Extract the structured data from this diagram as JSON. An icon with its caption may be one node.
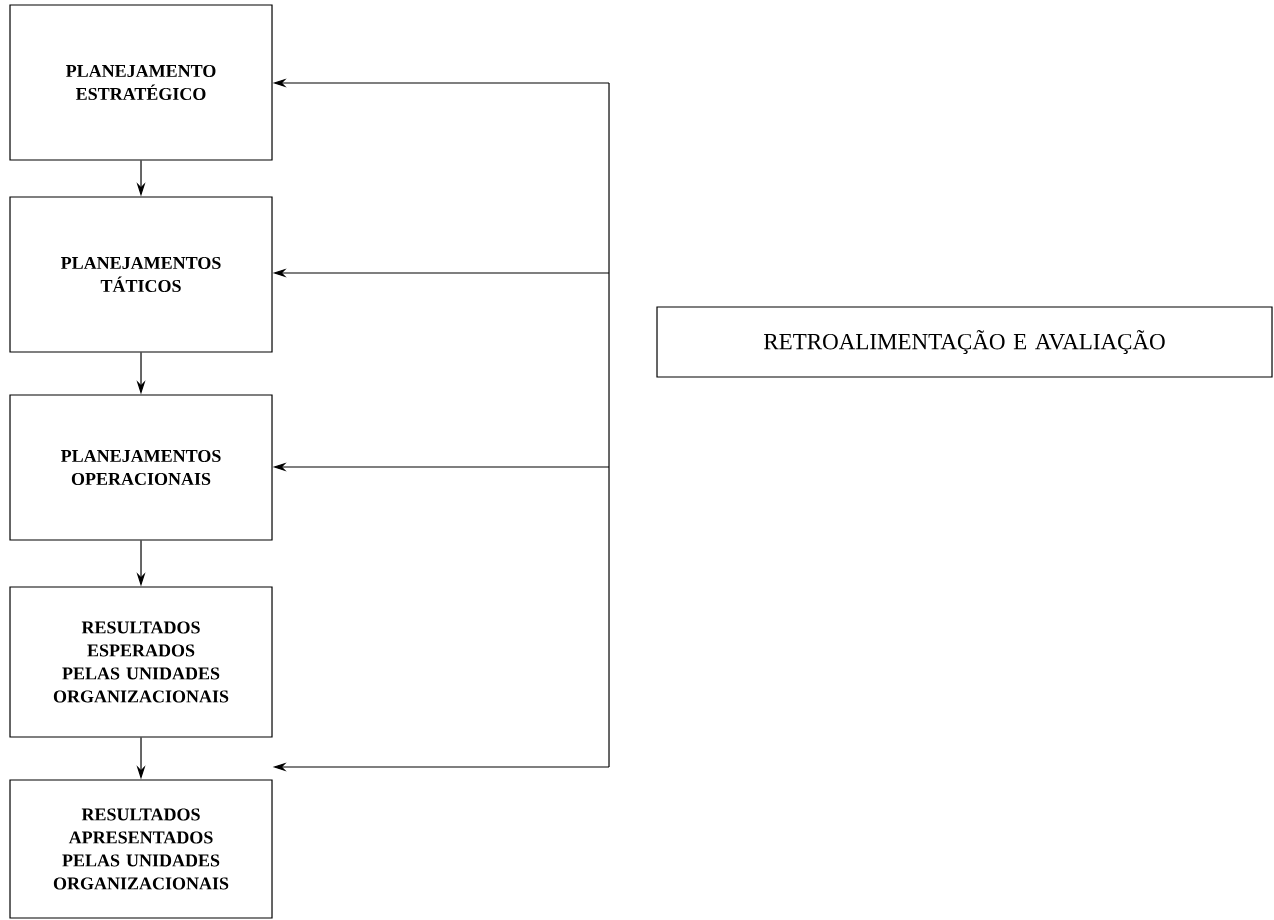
{
  "diagram": {
    "nodes": [
      {
        "text": [
          "PLANEJAMENTO ESTRATÉGICO"
        ]
      },
      {
        "text": [
          "PLANEJAMENTOS TÁTICOS"
        ]
      },
      {
        "text": [
          "PLANEJAMENTOS OPERACIONAIS"
        ]
      },
      {
        "text": [
          "RESULTADOS ESPERADOS PELAS UNIDADES ORGANIZACIONAIS"
        ]
      },
      {
        "text": [
          "RESULTADOS APRESENTADOS PELAS UNIDADES ORGANIZACIONAIS"
        ]
      },
      {
        "text": [
          "RETROALIMENTAÇÃO E AVALIAÇÃO"
        ]
      }
    ],
    "edges": [
      {
        "from": 0,
        "to": 1,
        "arrow": "to"
      },
      {
        "from": 1,
        "to": 2,
        "arrow": "to"
      },
      {
        "from": 2,
        "to": 3,
        "arrow": "to"
      },
      {
        "from": 3,
        "to": 4,
        "arrow": "to"
      },
      {
        "from": null,
        "to": 0,
        "arrow": "to"
      },
      {
        "from": null,
        "to": 1,
        "arrow": "to"
      },
      {
        "from": null,
        "to": 2,
        "arrow": "to"
      },
      {
        "from": null,
        "to": 4,
        "arrow": "to"
      }
    ]
  }
}
